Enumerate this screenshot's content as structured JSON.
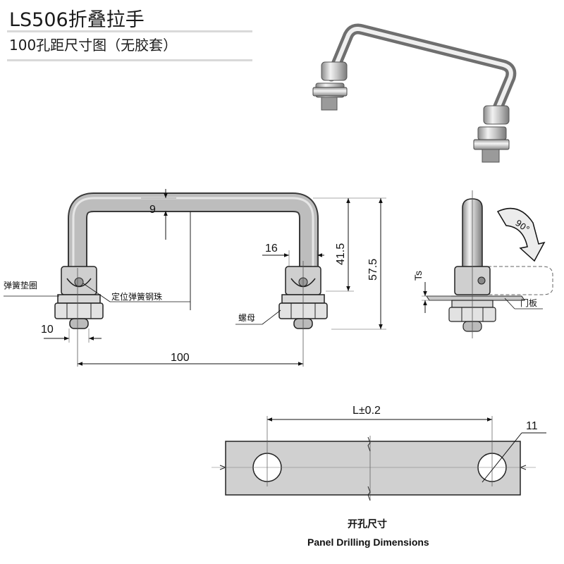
{
  "header": {
    "title": "LS506折叠拉手",
    "subtitle": "100孔距尺寸图（无胶套）"
  },
  "front_view": {
    "dims": {
      "thickness": "9",
      "width_16": "16",
      "h_41_5": "41.5",
      "h_57_5": "57.5",
      "pitch": "100",
      "thread": "10"
    },
    "callouts": {
      "spring_washer": "弹簧垫圈",
      "spring_ball": "定位弹簧钢珠",
      "nut": "螺母"
    }
  },
  "side_view": {
    "rotation": "90°",
    "ts": "Ts",
    "panel": "门板"
  },
  "drilling": {
    "length": "L±0.2",
    "hole": "11",
    "caption_cn": "开孔尺寸",
    "caption_en": "Panel Drilling Dimensions"
  }
}
